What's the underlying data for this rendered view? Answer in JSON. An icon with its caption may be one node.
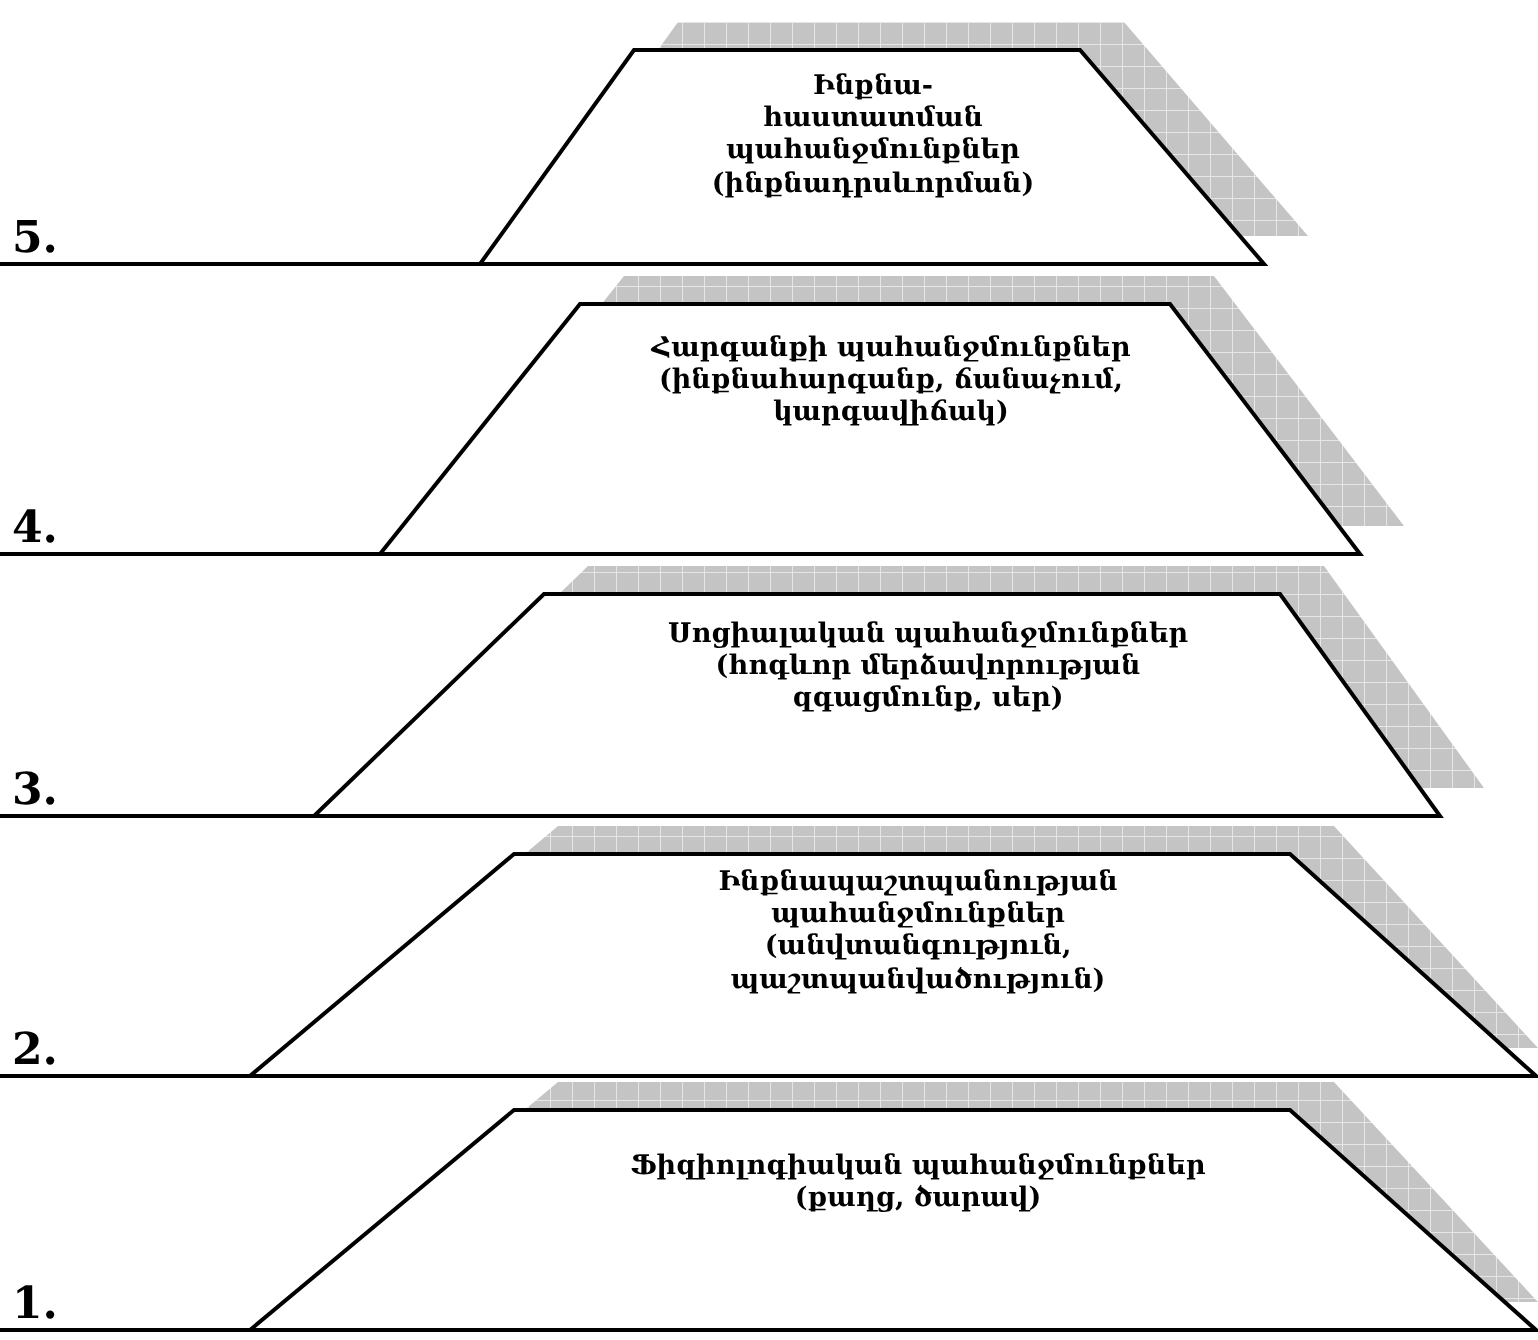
{
  "diagram": {
    "nodes": [
      {
        "text": [
          "Ինքնա- հաստատման պահանջմունքներ (ինքնադրսևորման)"
        ],
        "beside": [
          "5."
        ]
      },
      {
        "text": [
          "Հարգանքի պահանջմունքներ (ինքնահարգանք, ճանաչում, կարգավիճակ)"
        ],
        "beside": [
          "4."
        ]
      },
      {
        "text": [
          "Սոցիալական պահանջմունքներ (հոգևոր մերձավորության զգացմունք, սեր)"
        ],
        "beside": [
          "3."
        ]
      },
      {
        "text": [
          "Ինքնապաշտպանության պահանջմունքներ (անվտանգություն, պաշտպանվածություն)"
        ],
        "beside": [
          "2."
        ]
      },
      {
        "text": [
          "Ֆիզիոլոգիական պահանջմունքներ (քաղց, ծարավ)"
        ],
        "beside": [
          "1."
        ]
      }
    ]
  }
}
